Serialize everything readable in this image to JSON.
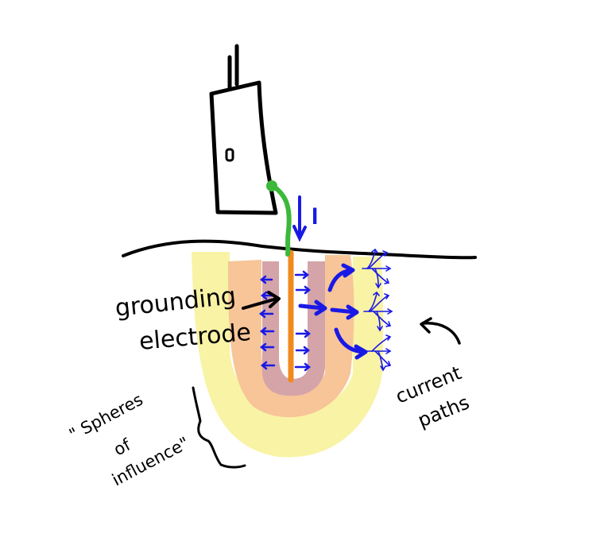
{
  "labels": {
    "electrode": [
      "grounding",
      "electrode"
    ],
    "current_symbol": "I",
    "spheres": [
      "\" Spheres",
      "of",
      "influence\""
    ],
    "paths": [
      "current",
      "paths"
    ]
  },
  "colors": {
    "outer_sphere": "#f9f3a6",
    "middle_sphere": "#f7c598",
    "inner_sphere": "#d4a4a8",
    "electrode": "#f08a1e",
    "lead_wire": "#3cb83a",
    "current": "#1919e6",
    "ink": "#000000"
  },
  "icons": [
    "ground-meter-device",
    "ground-surface-line",
    "current-arrow-icon"
  ]
}
